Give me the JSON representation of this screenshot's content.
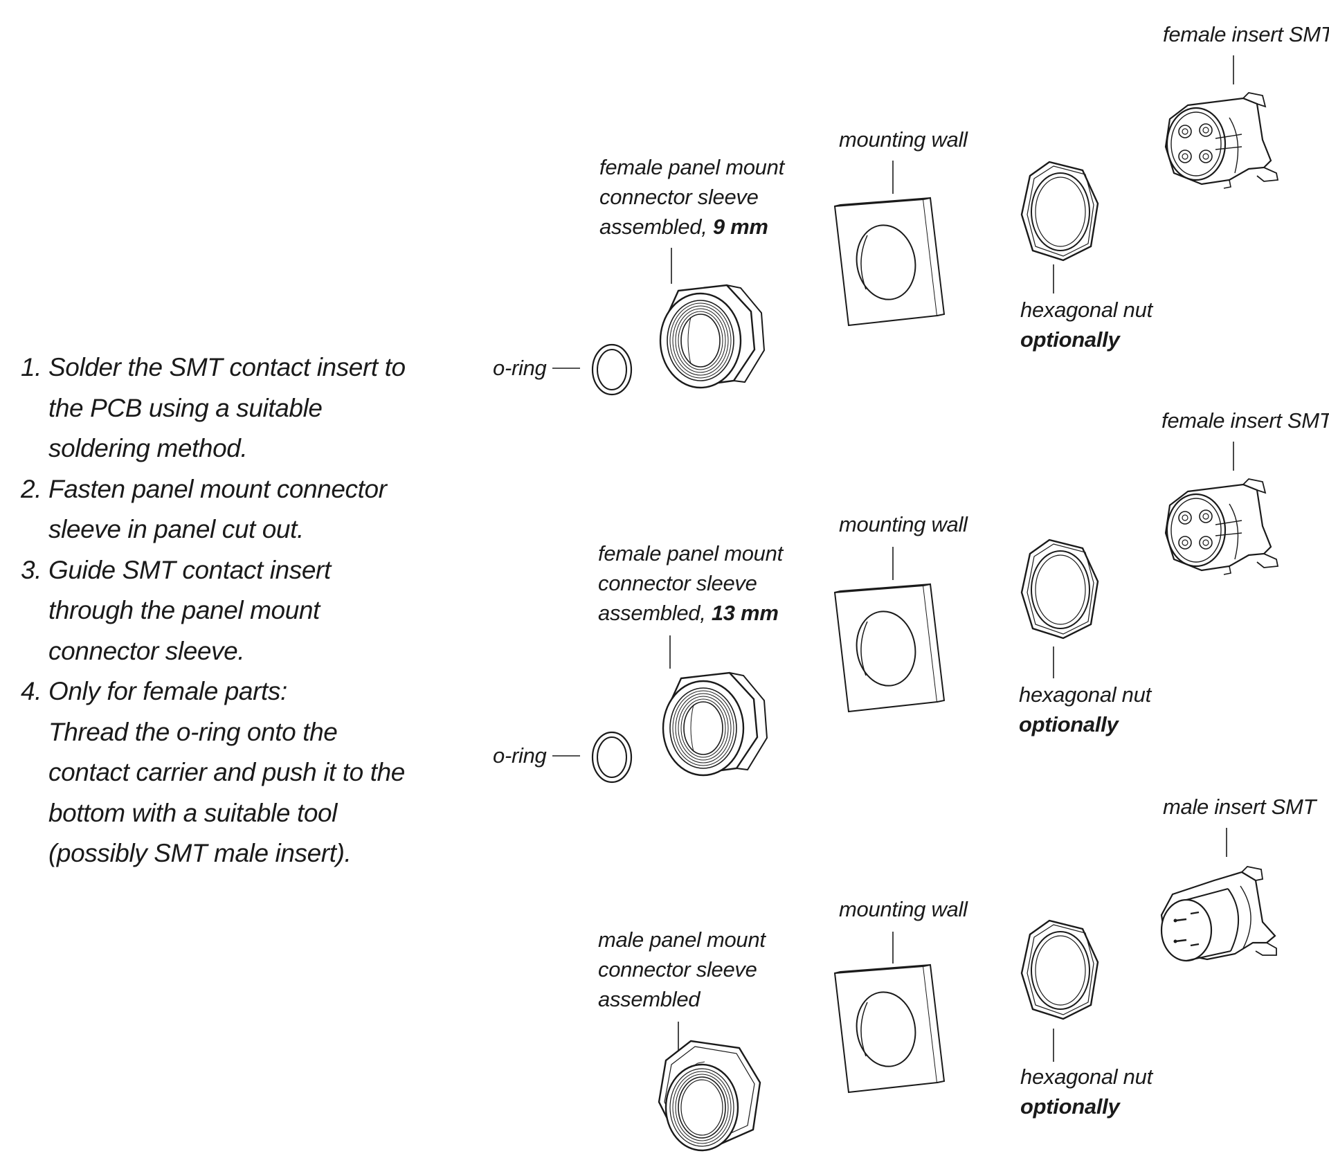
{
  "instructions": [
    {
      "num": "1.",
      "text": "Solder the SMT contact insert to the PCB using a suitable soldering method."
    },
    {
      "num": "2.",
      "text": "Fasten panel mount connector sleeve in panel cut out."
    },
    {
      "num": "3.",
      "text": "Guide SMT contact insert through the panel mount connector sleeve."
    },
    {
      "num": "4.",
      "text": "Only for female parts:",
      "subtext": "Thread the o-ring onto the contact carrier and push it to the bottom with a suitable tool (possibly SMT male insert)."
    }
  ],
  "rows": [
    {
      "sleeve_line1": "female panel mount",
      "sleeve_line2": "connector sleeve",
      "sleeve_line3": "assembled,",
      "sleeve_size": "9 mm",
      "oring": "o-ring",
      "wall": "mounting wall",
      "nut_line1": "hexagonal nut",
      "nut_line2": "optionally",
      "insert": "female insert SMT"
    },
    {
      "sleeve_line1": "female panel mount",
      "sleeve_line2": "connector sleeve",
      "sleeve_line3": "assembled,",
      "sleeve_size": "13 mm",
      "oring": "o-ring",
      "wall": "mounting wall",
      "nut_line1": "hexagonal nut",
      "nut_line2": "optionally",
      "insert": "female insert SMT"
    },
    {
      "sleeve_line1": "male panel mount",
      "sleeve_line2": "connector sleeve",
      "sleeve_line3": "assembled",
      "sleeve_size": "",
      "oring": "",
      "wall": "mounting wall",
      "nut_line1": "hexagonal nut",
      "nut_line2": "optionally",
      "insert": "male insert SMT"
    }
  ],
  "colors": {
    "line": "#1a1a1a",
    "background": "#ffffff"
  }
}
